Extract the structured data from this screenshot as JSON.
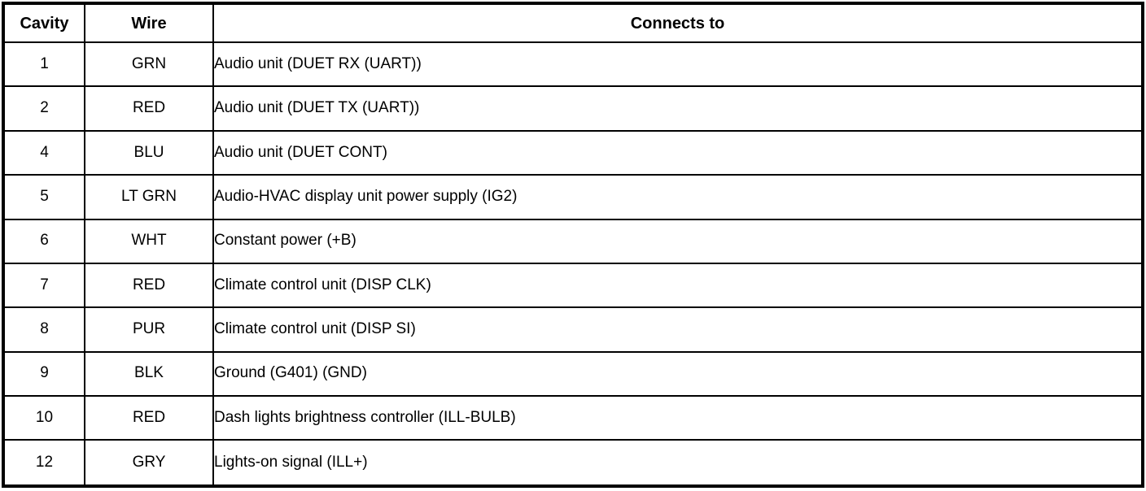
{
  "table": {
    "headers": [
      "Cavity",
      "Wire",
      "Connects to"
    ],
    "rows": [
      {
        "cavity": "1",
        "wire": "GRN",
        "connects_to": "Audio unit (DUET RX (UART))"
      },
      {
        "cavity": "2",
        "wire": "RED",
        "connects_to": "Audio unit (DUET TX (UART))"
      },
      {
        "cavity": "4",
        "wire": "BLU",
        "connects_to": "Audio unit (DUET CONT)"
      },
      {
        "cavity": "5",
        "wire": "LT GRN",
        "connects_to": "Audio-HVAC display unit power supply (IG2)"
      },
      {
        "cavity": "6",
        "wire": "WHT",
        "connects_to": "Constant power (+B)"
      },
      {
        "cavity": "7",
        "wire": "RED",
        "connects_to": "Climate control unit (DISP CLK)"
      },
      {
        "cavity": "8",
        "wire": "PUR",
        "connects_to": "Climate control unit (DISP SI)"
      },
      {
        "cavity": "9",
        "wire": "BLK",
        "connects_to": "Ground (G401) (GND)"
      },
      {
        "cavity": "10",
        "wire": "RED",
        "connects_to": "Dash lights brightness controller (ILL-BULB)"
      },
      {
        "cavity": "12",
        "wire": "GRY",
        "connects_to": "Lights-on signal (ILL+)"
      }
    ],
    "colors": {
      "border": "#000000",
      "background": "#ffffff",
      "text": "#000000"
    }
  }
}
